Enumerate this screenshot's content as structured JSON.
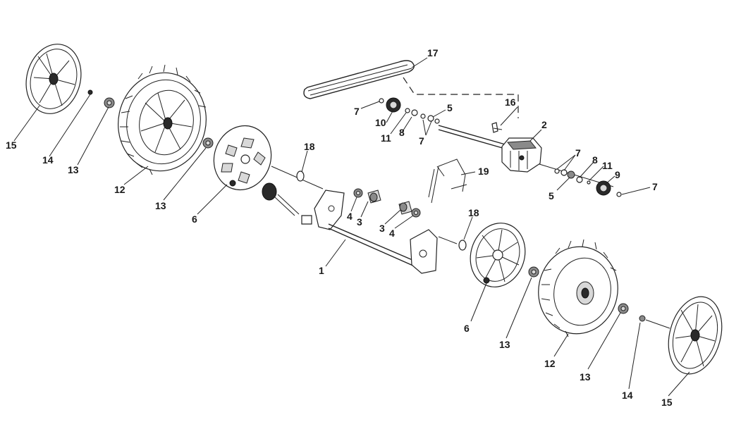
{
  "callouts": {
    "c1": "1",
    "c2": "2",
    "c3a": "3",
    "c3b": "3",
    "c4a": "4",
    "c4b": "4",
    "c5a": "5",
    "c5b": "5",
    "c6a": "6",
    "c6b": "6",
    "c7a": "7",
    "c7b": "7",
    "c7c": "7",
    "c7d": "7",
    "c8a": "8",
    "c8b": "8",
    "c9": "9",
    "c10": "10",
    "c11a": "11",
    "c11b": "11",
    "c12a": "12",
    "c12b": "12",
    "c13a": "13",
    "c13b": "13",
    "c13c": "13",
    "c13d": "13",
    "c14a": "14",
    "c14b": "14",
    "c15a": "15",
    "c15b": "15",
    "c16": "16",
    "c17": "17",
    "c18a": "18",
    "c18b": "18",
    "c19": "19"
  }
}
